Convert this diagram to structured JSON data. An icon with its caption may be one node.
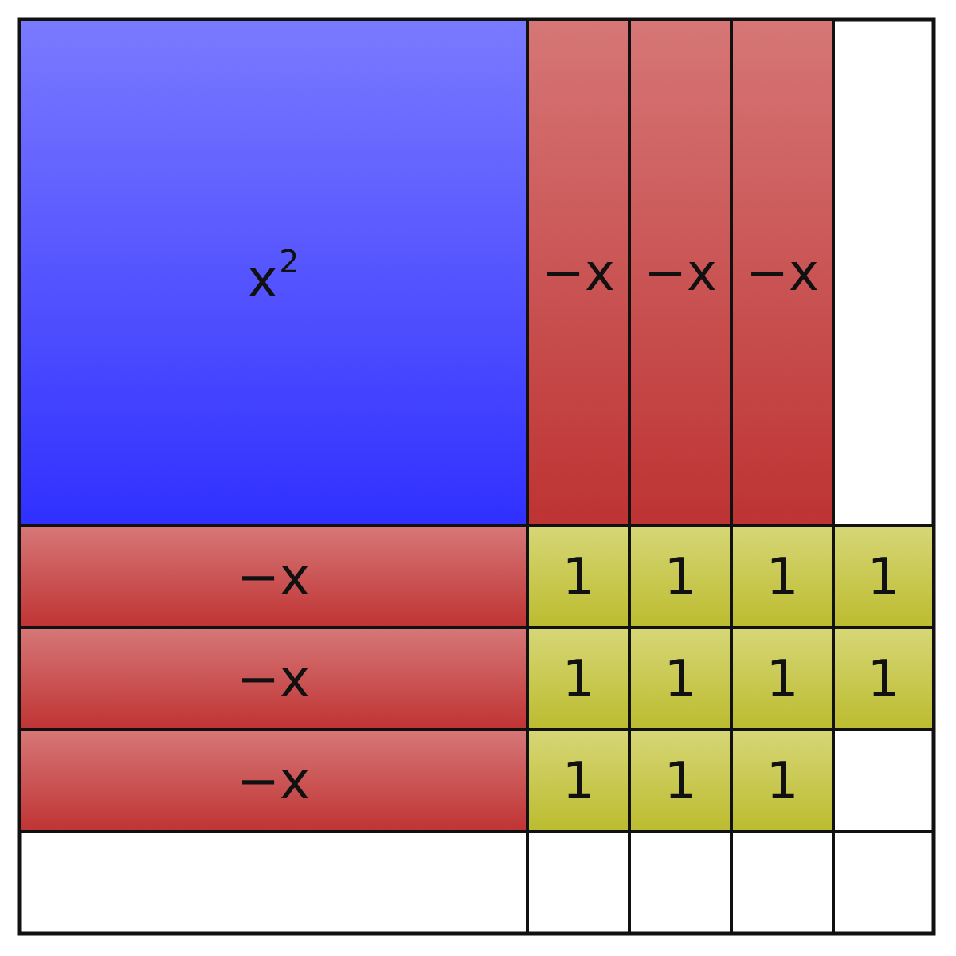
{
  "diagram": {
    "nodes": [
      {
        "text": [
          "x$^{2}$"
        ]
      },
      {
        "text": [
          "−x"
        ]
      },
      {
        "text": [
          "−x"
        ]
      },
      {
        "text": [
          "−x"
        ]
      },
      {
        "text": [
          "−x"
        ]
      },
      {
        "text": [
          "1"
        ]
      },
      {
        "text": [
          "1"
        ]
      },
      {
        "text": [
          "1"
        ]
      },
      {
        "text": [
          "1"
        ]
      },
      {
        "text": [
          "−x"
        ]
      },
      {
        "text": [
          "1"
        ]
      },
      {
        "text": [
          "1"
        ]
      },
      {
        "text": [
          "1"
        ]
      },
      {
        "text": [
          "1"
        ]
      },
      {
        "text": [
          "−x"
        ]
      },
      {
        "text": [
          "1"
        ]
      },
      {
        "text": [
          "1"
        ]
      },
      {
        "text": [
          "1"
        ]
      }
    ]
  }
}
